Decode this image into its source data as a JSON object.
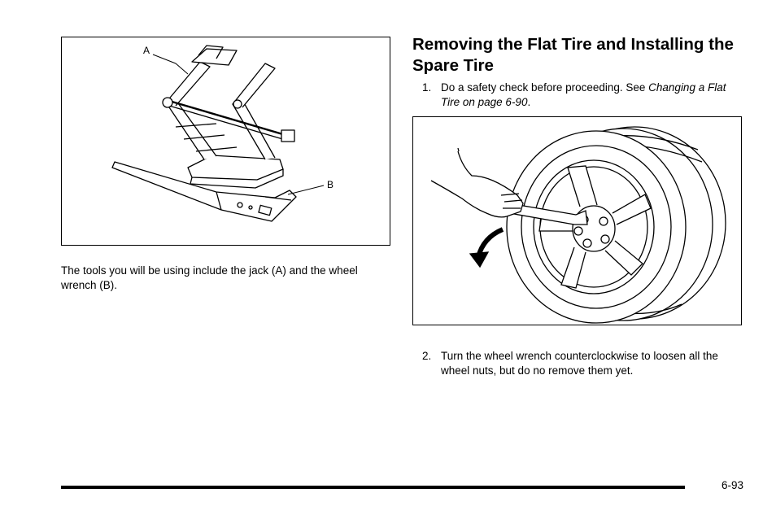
{
  "figure_jack": {
    "callout_a": "A",
    "callout_b": "B"
  },
  "caption": "The tools you will be using include the jack (A) and the wheel wrench (B).",
  "section": {
    "heading": "Removing the Flat Tire and Installing the Spare Tire"
  },
  "steps": [
    {
      "number": "1.",
      "text": "Do a safety check before proceeding. See ",
      "reference": "Changing a Flat Tire on page 6-90",
      "suffix": "."
    },
    {
      "number": "2.",
      "text": "Turn the wheel wrench counterclockwise to loosen all the wheel nuts, but do no remove them yet."
    }
  ],
  "footer": {
    "page_number": "6-93"
  }
}
